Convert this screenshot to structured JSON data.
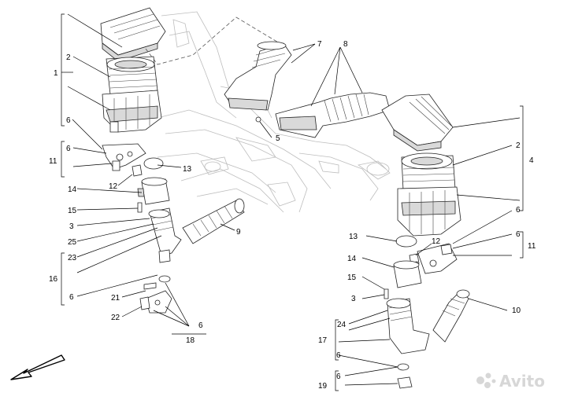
{
  "callouts": {
    "c1": "1",
    "c2": "2",
    "c6a": "6",
    "c6b": "6",
    "c11": "11",
    "c12": "12",
    "c13": "13",
    "c14": "14",
    "c15": "15",
    "c3": "3",
    "c25": "25",
    "c23": "23",
    "c16": "16",
    "c6c": "6",
    "c21": "21",
    "c22": "22",
    "c6d": "6",
    "c18": "18",
    "c9": "9",
    "c7": "7",
    "c8": "8",
    "c5": "5",
    "c4": "4",
    "c2r": "2",
    "c6r": "6",
    "c6r2": "6",
    "c11r": "11",
    "c13r": "13",
    "c12r": "12",
    "c14r": "14",
    "c15r": "15",
    "c3r": "3",
    "c10": "10",
    "c24": "24",
    "c17": "17",
    "c6r3": "6",
    "c6r4": "6",
    "c19": "19"
  },
  "watermark": {
    "text": "Avito"
  },
  "icons": {
    "direction": "arrow-direction-icon",
    "watermark": "avito-logo-icon"
  }
}
